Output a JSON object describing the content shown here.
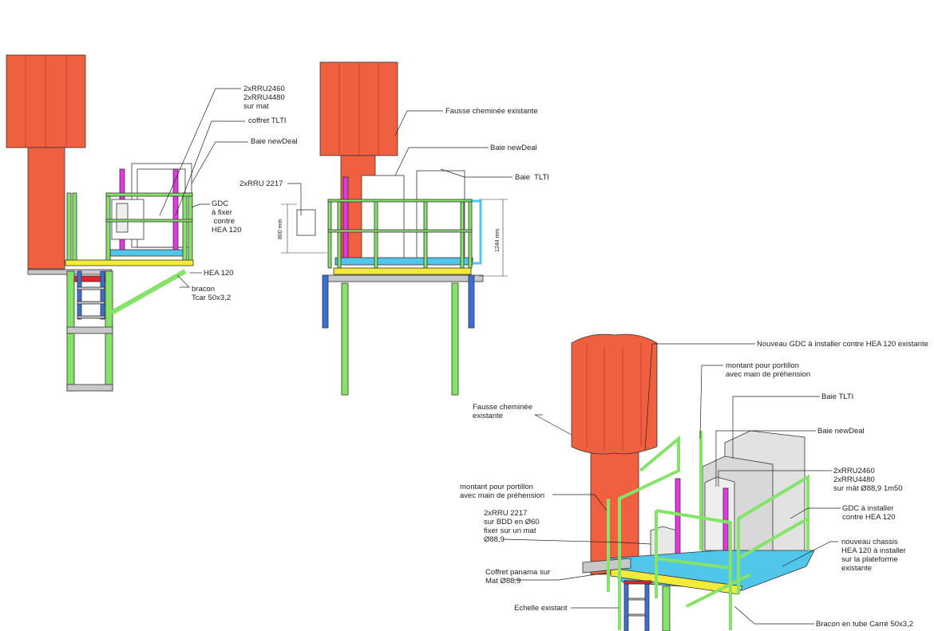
{
  "colors": {
    "chimney": "#f0603f",
    "rail": "#86e36a",
    "cyan": "#4fc6ea",
    "yellow": "#f4ea3a",
    "magenta": "#e23ae0",
    "blue": "#3a6fd4",
    "grey": "#c8c8c8",
    "red": "#e0262a"
  },
  "front_view": {
    "labels": {
      "rru_mat": "2xRRU2460\n2xRRU4480\nsur mat",
      "coffret": "coffret TLTI",
      "baie_newdeal": "Baie newDeal",
      "gdc": "GDC\nà fixer\n contre\nHEA 120",
      "hea": "HEA 120",
      "bracon": "bracon\nTcar 50x3,2"
    }
  },
  "side_view": {
    "labels": {
      "chimney": "Fausse cheminée existante",
      "baie_newdeal": "Baie newDeal",
      "baie_tlti": "Baie  TLTI",
      "rru2217": "2xRRU 2217",
      "dim_800": "800 mm",
      "dim_1244": "1244 mm"
    }
  },
  "iso_view": {
    "labels": {
      "gdc_new": "Nouveau GDC à installer contre HEA 120 existante",
      "montant_top": "montant pour portillon\navec main de préhension",
      "baie_tlti": "Baie TLTI",
      "baie_newdeal": "Baie newDeal",
      "chimney": "Fausse cheminée\nexistante",
      "rru_mast": "2xRRU2460\n2xRRU4480\nsur mât Ø88,9 1m50",
      "montant_left": "montant pour portillon\navec main de préhension",
      "gdc_install": "GDC à installer\ncontre HEA 120",
      "rru2217": "2xRRU 2217\nsur BDD en Ø60\nfixer sur un mat\nØ88,9",
      "chassis": "nouveau chassis\nHEA 120 à installer\nsur la plateforme\nexistante",
      "coffret": "Coffret panama sur\nMat Ø88,9",
      "echelle": "Echelle existant",
      "bracon": "Bracon en tube Carré 50x3,2"
    }
  }
}
